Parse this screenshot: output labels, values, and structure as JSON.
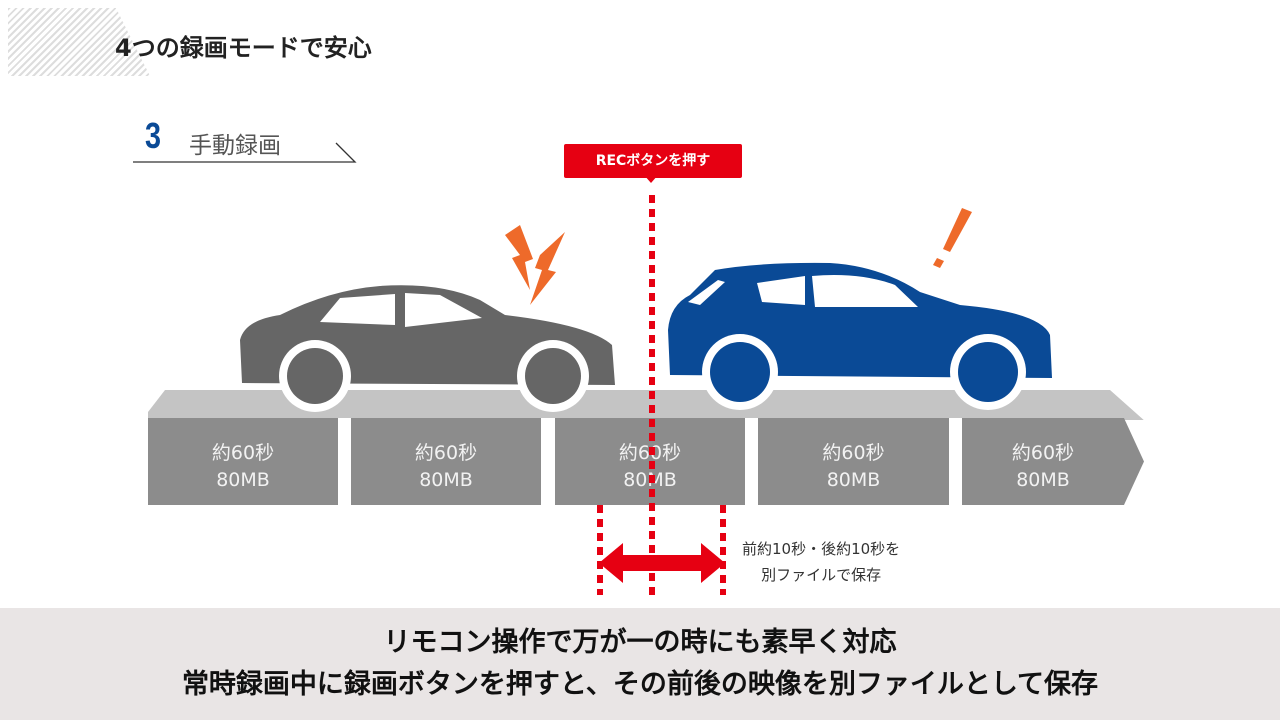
{
  "header": {
    "title": "4つの録画モードで安心"
  },
  "section": {
    "number": "3",
    "label": "手動録画"
  },
  "rec_label": "RECボタンを押す",
  "segments": [
    {
      "duration": "約60秒",
      "size": "80MB"
    },
    {
      "duration": "約60秒",
      "size": "80MB"
    },
    {
      "duration": "約60秒",
      "size": "80MB"
    },
    {
      "duration": "約60秒",
      "size": "80MB"
    },
    {
      "duration": "約60秒",
      "size": "80MB"
    }
  ],
  "note": {
    "line1": "前約10秒・後約10秒を",
    "line2": "別ファイルで保存"
  },
  "footer": {
    "line1": "リモコン操作で万が一の時にも素早く対応",
    "line2": "常時録画中に録画ボタンを押すと、その前後の映像を別ファイルとして保存"
  },
  "colors": {
    "accent": "#e60012",
    "blue": "#0a4a96",
    "gray_car": "#666666",
    "orange": "#ee6a2a"
  }
}
